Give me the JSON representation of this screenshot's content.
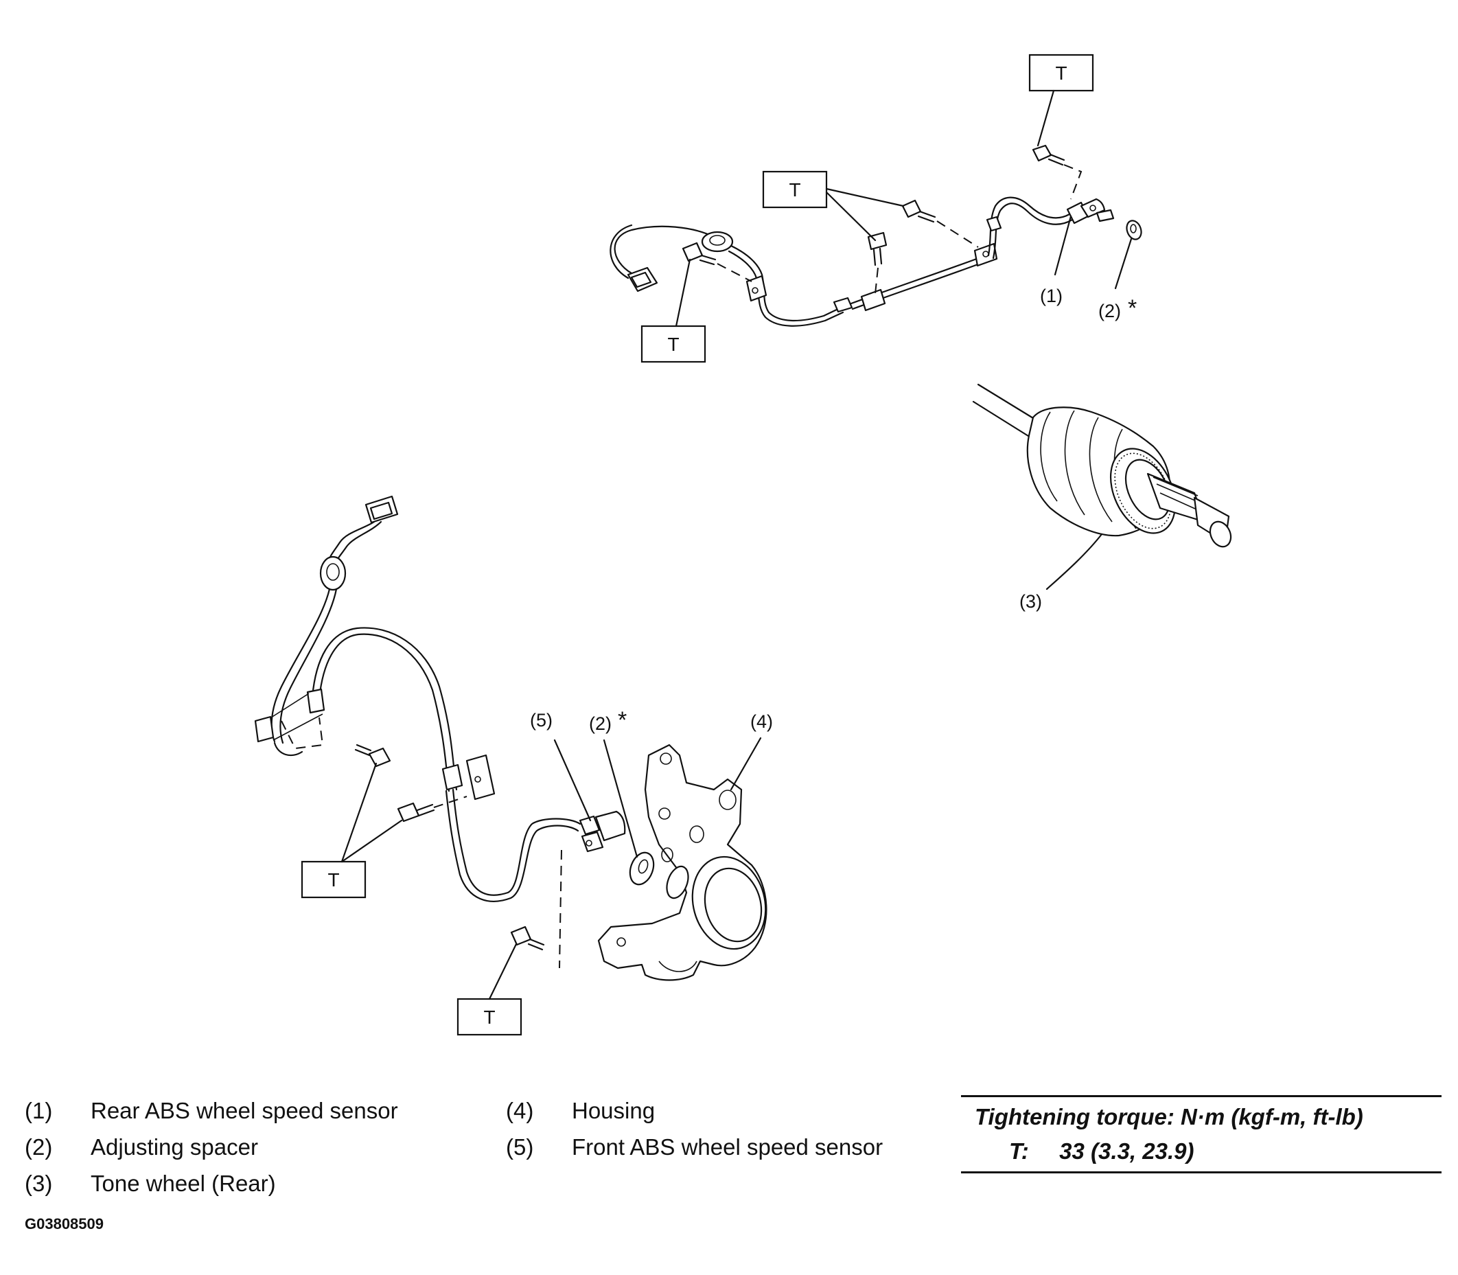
{
  "callouts": {
    "c1": "(1)",
    "c2_top": "(2)",
    "c3": "(3)",
    "c4": "(4)",
    "c5": "(5)",
    "c2_bottom": "(2)",
    "asterisk": "*",
    "torque_mark": "T"
  },
  "legend": {
    "items": [
      {
        "num": "(1)",
        "label": "Rear ABS wheel speed sensor"
      },
      {
        "num": "(2)",
        "label": "Adjusting spacer"
      },
      {
        "num": "(3)",
        "label": "Tone wheel (Rear)"
      },
      {
        "num": "(4)",
        "label": "Housing"
      },
      {
        "num": "(5)",
        "label": "Front ABS wheel speed sensor"
      }
    ]
  },
  "torque": {
    "title": "Tightening torque: N·m (kgf-m, ft-lb)",
    "key": "T:",
    "value": "33 (3.3, 23.9)"
  },
  "figure_id": "G03808509"
}
